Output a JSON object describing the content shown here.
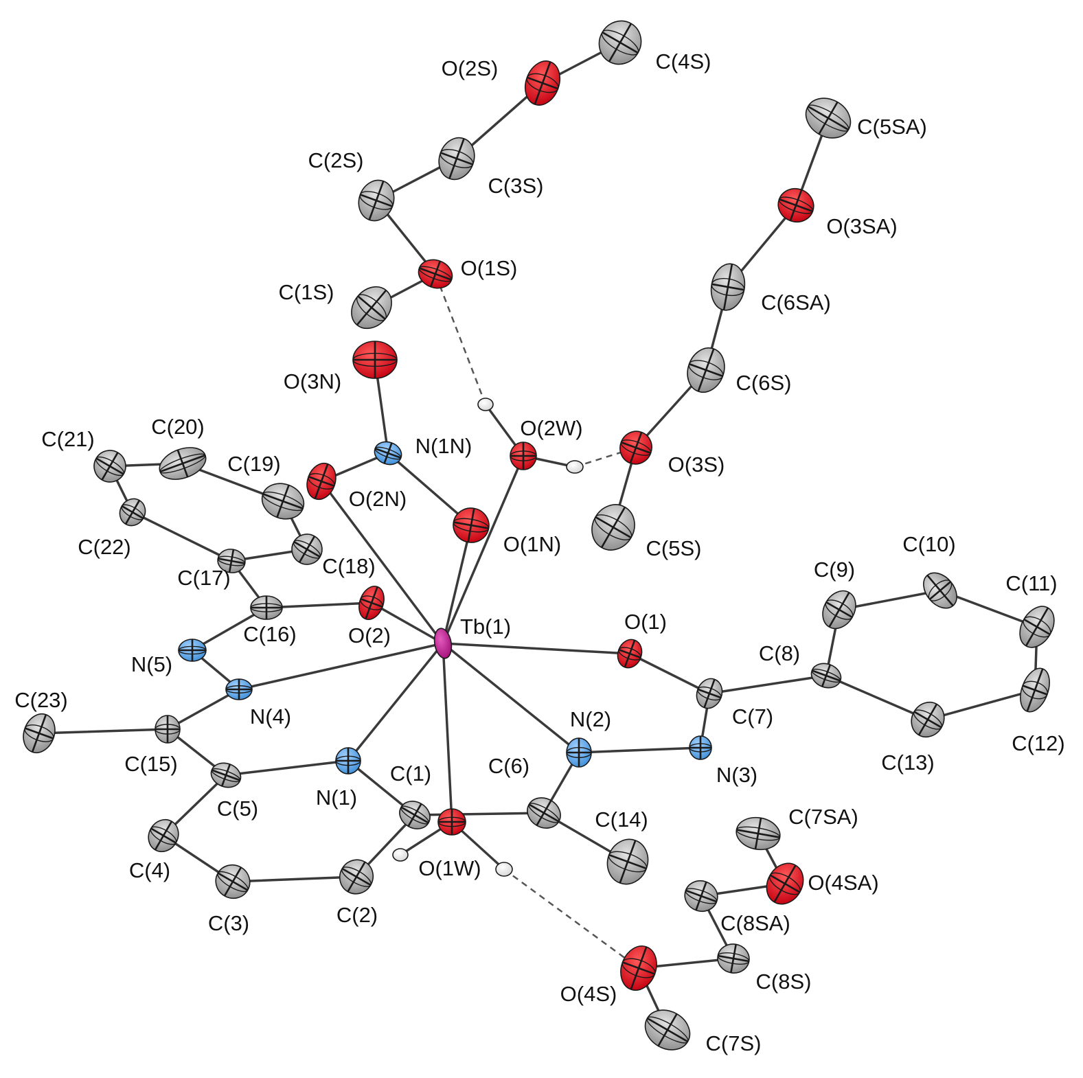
{
  "atoms": [
    {
      "id": "Tb(1)",
      "element": "Tb",
      "label": "Tb(1)"
    },
    {
      "id": "O(1)",
      "element": "O",
      "label": "O(1)"
    },
    {
      "id": "O(2)",
      "element": "O",
      "label": "O(2)"
    },
    {
      "id": "O(1N)",
      "element": "O",
      "label": "O(1N)"
    },
    {
      "id": "O(2N)",
      "element": "O",
      "label": "O(2N)"
    },
    {
      "id": "O(3N)",
      "element": "O",
      "label": "O(3N)"
    },
    {
      "id": "N(1N)",
      "element": "N",
      "label": "N(1N)"
    },
    {
      "id": "O(1W)",
      "element": "O",
      "label": "O(1W)"
    },
    {
      "id": "O(2W)",
      "element": "O",
      "label": "O(2W)"
    },
    {
      "id": "N(1)",
      "element": "N",
      "label": "N(1)"
    },
    {
      "id": "N(2)",
      "element": "N",
      "label": "N(2)"
    },
    {
      "id": "N(3)",
      "element": "N",
      "label": "N(3)"
    },
    {
      "id": "N(4)",
      "element": "N",
      "label": "N(4)"
    },
    {
      "id": "N(5)",
      "element": "N",
      "label": "N(5)"
    },
    {
      "id": "C(1)",
      "element": "C",
      "label": "C(1)"
    },
    {
      "id": "C(2)",
      "element": "C",
      "label": "C(2)"
    },
    {
      "id": "C(3)",
      "element": "C",
      "label": "C(3)"
    },
    {
      "id": "C(4)",
      "element": "C",
      "label": "C(4)"
    },
    {
      "id": "C(5)",
      "element": "C",
      "label": "C(5)"
    },
    {
      "id": "C(6)",
      "element": "C",
      "label": "C(6)"
    },
    {
      "id": "C(7)",
      "element": "C",
      "label": "C(7)"
    },
    {
      "id": "C(8)",
      "element": "C",
      "label": "C(8)"
    },
    {
      "id": "C(9)",
      "element": "C",
      "label": "C(9)"
    },
    {
      "id": "C(10)",
      "element": "C",
      "label": "C(10)"
    },
    {
      "id": "C(11)",
      "element": "C",
      "label": "C(11)"
    },
    {
      "id": "C(12)",
      "element": "C",
      "label": "C(12)"
    },
    {
      "id": "C(13)",
      "element": "C",
      "label": "C(13)"
    },
    {
      "id": "C(14)",
      "element": "C",
      "label": "C(14)"
    },
    {
      "id": "C(15)",
      "element": "C",
      "label": "C(15)"
    },
    {
      "id": "C(16)",
      "element": "C",
      "label": "C(16)"
    },
    {
      "id": "C(17)",
      "element": "C",
      "label": "C(17)"
    },
    {
      "id": "C(18)",
      "element": "C",
      "label": "C(18)"
    },
    {
      "id": "C(19)",
      "element": "C",
      "label": "C(19)"
    },
    {
      "id": "C(20)",
      "element": "C",
      "label": "C(20)"
    },
    {
      "id": "C(21)",
      "element": "C",
      "label": "C(21)"
    },
    {
      "id": "C(22)",
      "element": "C",
      "label": "C(22)"
    },
    {
      "id": "C(23)",
      "element": "C",
      "label": "C(23)"
    },
    {
      "id": "O(1S)",
      "element": "O",
      "label": "O(1S)"
    },
    {
      "id": "O(2S)",
      "element": "O",
      "label": "O(2S)"
    },
    {
      "id": "O(3S)",
      "element": "O",
      "label": "O(3S)"
    },
    {
      "id": "O(4S)",
      "element": "O",
      "label": "O(4S)"
    },
    {
      "id": "O(3SA)",
      "element": "O",
      "label": "O(3SA)"
    },
    {
      "id": "O(4SA)",
      "element": "O",
      "label": "O(4SA)"
    },
    {
      "id": "C(1S)",
      "element": "C",
      "label": "C(1S)"
    },
    {
      "id": "C(2S)",
      "element": "C",
      "label": "C(2S)"
    },
    {
      "id": "C(3S)",
      "element": "C",
      "label": "C(3S)"
    },
    {
      "id": "C(4S)",
      "element": "C",
      "label": "C(4S)"
    },
    {
      "id": "C(5S)",
      "element": "C",
      "label": "C(5S)"
    },
    {
      "id": "C(6S)",
      "element": "C",
      "label": "C(6S)"
    },
    {
      "id": "C(7S)",
      "element": "C",
      "label": "C(7S)"
    },
    {
      "id": "C(8S)",
      "element": "C",
      "label": "C(8S)"
    },
    {
      "id": "C(5SA)",
      "element": "C",
      "label": "C(5SA)"
    },
    {
      "id": "C(6SA)",
      "element": "C",
      "label": "C(6SA)"
    },
    {
      "id": "C(7SA)",
      "element": "C",
      "label": "C(7SA)"
    },
    {
      "id": "C(8SA)",
      "element": "C",
      "label": "C(8SA)"
    },
    {
      "id": "H1a",
      "element": "H",
      "label": ""
    },
    {
      "id": "H1b",
      "element": "H",
      "label": ""
    },
    {
      "id": "H2a",
      "element": "H",
      "label": ""
    },
    {
      "id": "H2b",
      "element": "H",
      "label": ""
    }
  ],
  "bonds": [
    [
      "Tb(1)",
      "O(1)"
    ],
    [
      "Tb(1)",
      "O(2)"
    ],
    [
      "Tb(1)",
      "O(1N)"
    ],
    [
      "Tb(1)",
      "O(2N)"
    ],
    [
      "Tb(1)",
      "O(2W)"
    ],
    [
      "Tb(1)",
      "O(1W)"
    ],
    [
      "Tb(1)",
      "N(1)"
    ],
    [
      "Tb(1)",
      "N(2)"
    ],
    [
      "Tb(1)",
      "N(4)"
    ],
    [
      "N(1N)",
      "O(1N)"
    ],
    [
      "N(1N)",
      "O(2N)"
    ],
    [
      "N(1N)",
      "O(3N)"
    ],
    [
      "O(1)",
      "C(7)"
    ],
    [
      "C(7)",
      "N(3)"
    ],
    [
      "C(7)",
      "C(8)"
    ],
    [
      "N(3)",
      "N(2)"
    ],
    [
      "N(2)",
      "C(6)"
    ],
    [
      "C(6)",
      "C(1)"
    ],
    [
      "C(6)",
      "C(14)"
    ],
    [
      "C(1)",
      "N(1)"
    ],
    [
      "C(1)",
      "C(2)"
    ],
    [
      "C(2)",
      "C(3)"
    ],
    [
      "C(3)",
      "C(4)"
    ],
    [
      "C(4)",
      "C(5)"
    ],
    [
      "C(5)",
      "N(1)"
    ],
    [
      "C(5)",
      "C(15)"
    ],
    [
      "C(15)",
      "N(4)"
    ],
    [
      "C(15)",
      "C(23)"
    ],
    [
      "N(4)",
      "N(5)"
    ],
    [
      "N(5)",
      "C(16)"
    ],
    [
      "C(16)",
      "O(2)"
    ],
    [
      "C(16)",
      "C(17)"
    ],
    [
      "C(17)",
      "C(18)"
    ],
    [
      "C(17)",
      "C(22)"
    ],
    [
      "C(18)",
      "C(19)"
    ],
    [
      "C(19)",
      "C(20)"
    ],
    [
      "C(20)",
      "C(21)"
    ],
    [
      "C(21)",
      "C(22)"
    ],
    [
      "C(8)",
      "C(9)"
    ],
    [
      "C(8)",
      "C(13)"
    ],
    [
      "C(9)",
      "C(10)"
    ],
    [
      "C(10)",
      "C(11)"
    ],
    [
      "C(11)",
      "C(12)"
    ],
    [
      "C(12)",
      "C(13)"
    ],
    [
      "O(1S)",
      "C(1S)"
    ],
    [
      "O(1S)",
      "C(2S)"
    ],
    [
      "C(2S)",
      "C(3S)"
    ],
    [
      "C(3S)",
      "O(2S)"
    ],
    [
      "O(2S)",
      "C(4S)"
    ],
    [
      "O(3S)",
      "C(5S)"
    ],
    [
      "O(3S)",
      "C(6S)"
    ],
    [
      "C(6S)",
      "C(6SA)"
    ],
    [
      "C(6SA)",
      "O(3SA)"
    ],
    [
      "O(3SA)",
      "C(5SA)"
    ],
    [
      "O(4S)",
      "C(7S)"
    ],
    [
      "O(4S)",
      "C(8S)"
    ],
    [
      "C(8S)",
      "C(8SA)"
    ],
    [
      "C(8SA)",
      "O(4SA)"
    ],
    [
      "O(4SA)",
      "C(7SA)"
    ],
    [
      "O(2W)",
      "H2a"
    ],
    [
      "O(2W)",
      "H2b"
    ],
    [
      "O(1W)",
      "H1a"
    ],
    [
      "O(1W)",
      "H1b"
    ]
  ],
  "hydrogen_bonds": [
    [
      "H2a",
      "O(1S)"
    ],
    [
      "H2b",
      "O(3S)"
    ],
    [
      "H1b",
      "O(4S)"
    ]
  ],
  "colors": {
    "Tb": "#c0168c",
    "O": "#e0141c",
    "N": "#5aa8e8",
    "C": "#a9a9a9",
    "H": "#ededed",
    "bond": "#3a3a3a",
    "label": "#111111"
  }
}
